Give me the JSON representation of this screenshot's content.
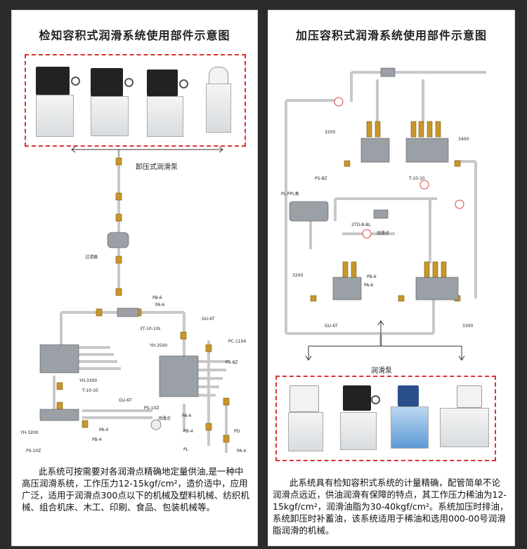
{
  "left": {
    "title": "检知容积式润滑系统使用部件示意图",
    "pump_label": "卸压式润滑泵",
    "labels": {
      "filter": "过滤器",
      "pb6": "PB-6",
      "pa6": "PA-6",
      "t3": "3T-10-10L",
      "gu6t_top": "GU-6T",
      "pc1104": "PC-1104",
      "yh3500": "YH.3500",
      "ps8z": "PS-8Z",
      "yh3300": "YH.3300",
      "t1010": "T-10-10",
      "gu6t_mid": "GU-6T",
      "ps10z_mid": "PS-10Z",
      "lube_point": "润滑点",
      "pa4_a": "PA-4",
      "pa4_b": "PA-4",
      "pb4_a": "PB-4",
      "pb4_b": "PB-4",
      "yh3200": "YH-3200",
      "ps10z": "PS-10Z",
      "pl": "PL",
      "pd": "PD",
      "pa4_c": "PA-4"
    },
    "caption": "此系统可按需要对各润滑点精确地定量供油,是一种中高压润滑系统，工作压力12-15kgf/cm²，造价适中，应用广泛，适用于润滑点300点以下的机械及塑料机械、纺织机械、组合机床、木工、印刷、食品、包装机械等。"
  },
  "right": {
    "title": "加压容积式润滑系统使用部件示意图",
    "pump_label": "润滑泵",
    "labels": {
      "l3200a": "3200",
      "l3400": "3400",
      "ps8z": "PS-8Z",
      "t1010": "T-10-10",
      "plppl": "PL PPL类",
      "td": "2TD-8-8L",
      "lube_point": "润滑点",
      "l3200b": "3200",
      "pb6": "PB-6",
      "pa6": "PA-6",
      "gu6t": "GU-6T",
      "l3300": "3300"
    },
    "caption": "此系统具有检知容积式系统的计量精确，配管简单不论润滑点远近，供油润滑有保障的特点，其工作压力稀油为12-15kgf/cm²，润滑油脂为30-40kgf/cm²。系统加压时排油，系统卸压时补蓄油，该系统适用于稀油和选用000-00号润滑脂润滑的机械。"
  },
  "colors": {
    "pipe": "#c8c8c8",
    "dash": "#e0312f",
    "brass": "#c8962a"
  }
}
